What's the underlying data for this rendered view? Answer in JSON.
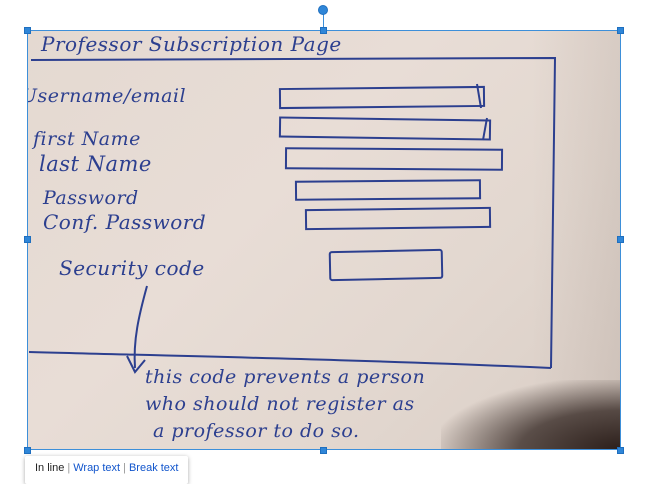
{
  "sketch": {
    "title": "Professor Subscription Page",
    "fields": [
      {
        "label": "Username/email"
      },
      {
        "label": "first Name"
      },
      {
        "label": "last Name"
      },
      {
        "label": "Password"
      },
      {
        "label": "Conf. Password"
      },
      {
        "label": "Security code"
      }
    ],
    "note_lines": [
      "this code prevents a person",
      "who should not register as",
      "a professor to do so."
    ]
  },
  "image_layout_toolbar": {
    "options": [
      "In line",
      "Wrap text",
      "Break text"
    ]
  },
  "colors": {
    "ink": "#2c3f8f",
    "paper": "#e4d9d1",
    "selection": "#2f86d8",
    "link": "#1155cc"
  },
  "icons": [
    "rotate-handle-icon",
    "resize-handle-icon"
  ]
}
